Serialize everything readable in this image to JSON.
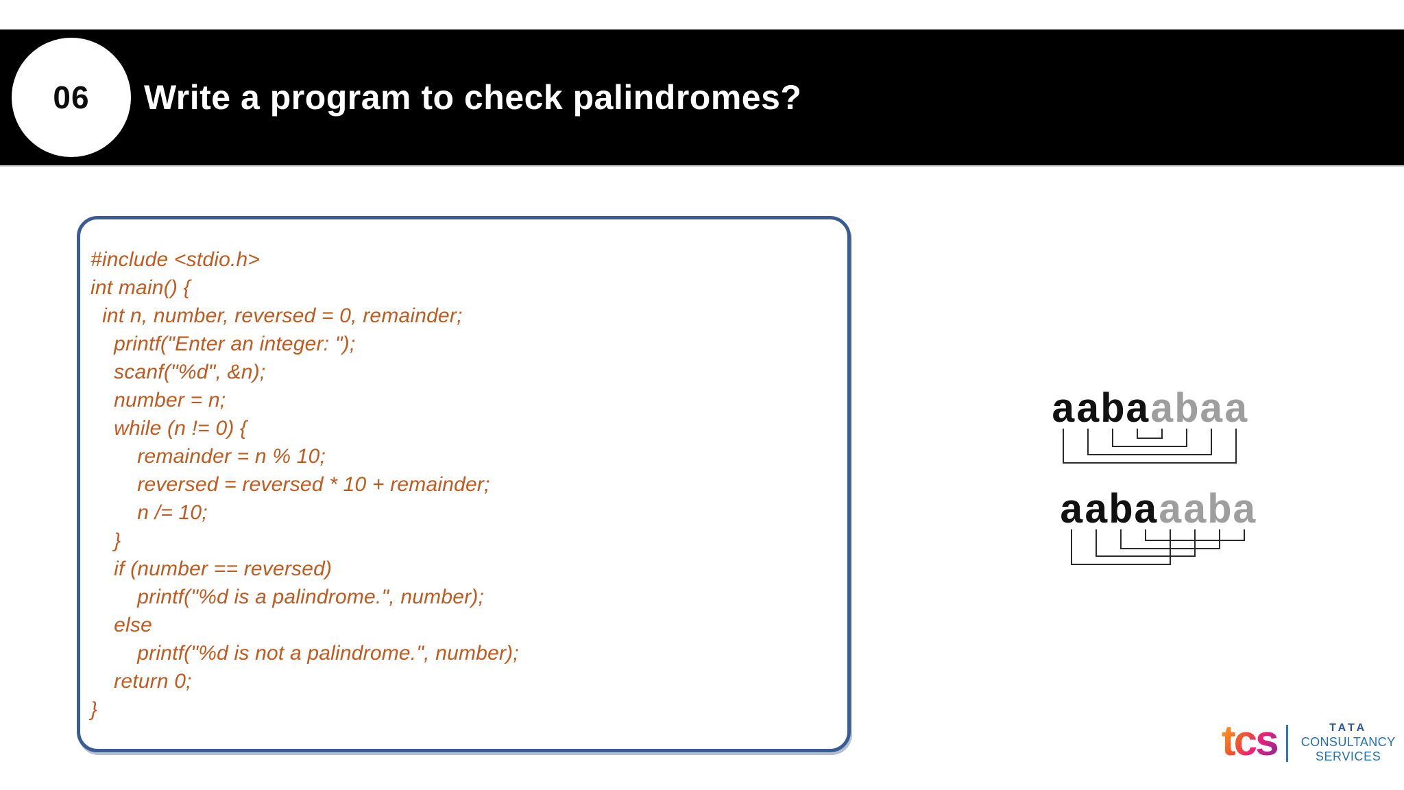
{
  "header": {
    "slide_number": "06",
    "title": "Write a program to check palindromes?"
  },
  "code_panel": {
    "lines": [
      "#include <stdio.h>",
      "int main() {",
      "  int n, number, reversed = 0, remainder;",
      "    printf(\"Enter an integer: \");",
      "    scanf(\"%d\", &n);",
      "    number = n;",
      "    while (n != 0) {",
      "        remainder = n % 10;",
      "        reversed = reversed * 10 + remainder;",
      "        n /= 10;",
      "    }",
      "    if (number == reversed)",
      "        printf(\"%d is a palindrome.\", number);",
      "    else",
      "        printf(\"%d is not a palindrome.\", number);",
      "    return 0;",
      "}"
    ]
  },
  "diagrams": {
    "first": {
      "black_part": "aaba",
      "gray_part": "abaa",
      "comparison": "nested mirror pairs"
    },
    "second": {
      "black_part": "aaba",
      "gray_part": "aaba",
      "comparison": "crossed shifted pairs"
    }
  },
  "footer_logo": {
    "wordmark": "tcs",
    "brand": "TATA",
    "line2": "CONSULTANCY",
    "line3": "SERVICES"
  },
  "colors": {
    "header_bg": "#000000",
    "code_text": "#c05a1e",
    "panel_border": "#3a5c94",
    "diagram_black": "#111111",
    "diagram_gray": "#9e9e9e",
    "logo_blue": "#2470b4",
    "logo_gradient": [
      "#f9a11b",
      "#f15a29",
      "#ed1e79",
      "#93278f"
    ]
  }
}
